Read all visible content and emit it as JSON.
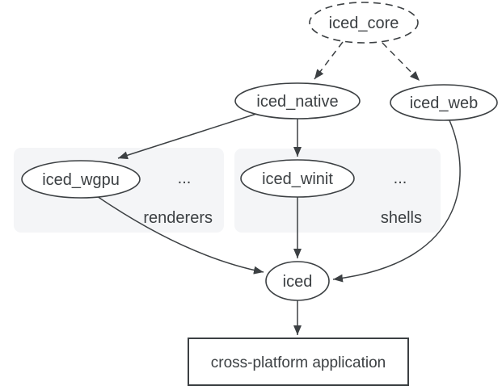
{
  "diagram": {
    "nodes": {
      "iced_core": {
        "label": "iced_core"
      },
      "iced_native": {
        "label": "iced_native"
      },
      "iced_web": {
        "label": "iced_web"
      },
      "iced_wgpu": {
        "label": "iced_wgpu"
      },
      "iced_winit": {
        "label": "iced_winit"
      },
      "iced": {
        "label": "iced"
      },
      "app": {
        "label": "cross-platform application"
      }
    },
    "groups": {
      "renderers": {
        "label": "renderers",
        "ellipsis": "..."
      },
      "shells": {
        "label": "shells",
        "ellipsis": "..."
      }
    },
    "colors": {
      "accent": "#1a73e8",
      "stroke": "#3c4043",
      "group_fill": "#f4f5f7",
      "node_fill": "#ffffff"
    }
  }
}
